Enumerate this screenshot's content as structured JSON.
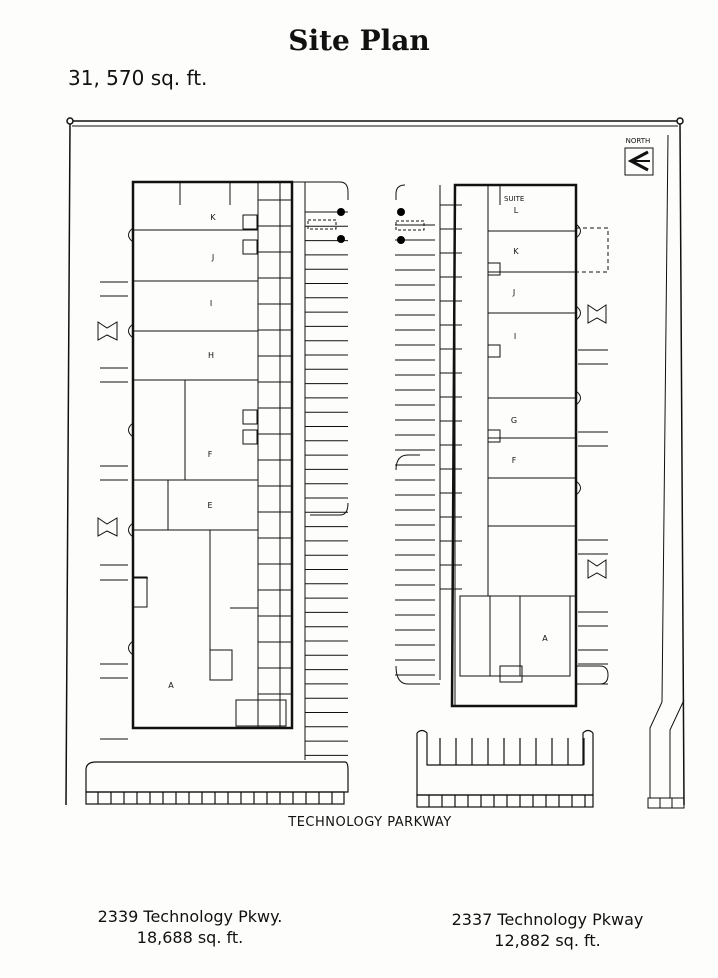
{
  "title": "Site Plan",
  "total_area": "31, 570 sq. ft.",
  "north_label": "NORTH",
  "street": "TECHNOLOGY PARKWAY",
  "suite_label": "SUITE",
  "buildings": [
    {
      "address": "2339 Technology Pkwy.",
      "area": "18,688 sq. ft.",
      "units": [
        "K",
        "J",
        "I",
        "H",
        "F",
        "E",
        "A"
      ]
    },
    {
      "address": "2337 Technology Pkway",
      "area": "12,882 sq. ft.",
      "units": [
        "L",
        "K",
        "J",
        "I",
        "G",
        "F",
        "A"
      ]
    }
  ]
}
